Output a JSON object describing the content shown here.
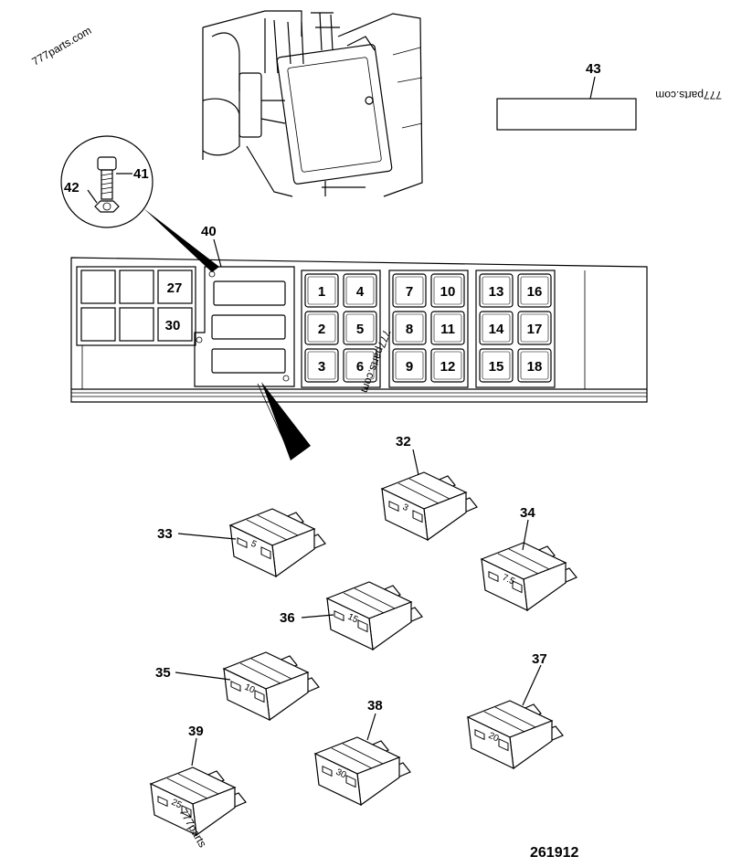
{
  "watermark": "777parts.com",
  "watermark_variant": "777parts",
  "drawing_number": "261912",
  "callouts": {
    "c27": "27",
    "c30": "30",
    "c40": "40",
    "c41": "41",
    "c42": "42",
    "c43": "43",
    "c32": "32",
    "c33": "33",
    "c34": "34",
    "c35": "35",
    "c36": "36",
    "c37": "37",
    "c38": "38",
    "c39": "39"
  },
  "fuse_slots": [
    "1",
    "4",
    "2",
    "5",
    "3",
    "6",
    "7",
    "10",
    "8",
    "11",
    "9",
    "12",
    "13",
    "16",
    "14",
    "17",
    "15",
    "18"
  ],
  "fuse_ratings": {
    "f33": "5",
    "f34": "7.5",
    "f35": "10",
    "f36": "15",
    "f32": "3",
    "f37": "20",
    "f38": "30",
    "f39": "25"
  }
}
